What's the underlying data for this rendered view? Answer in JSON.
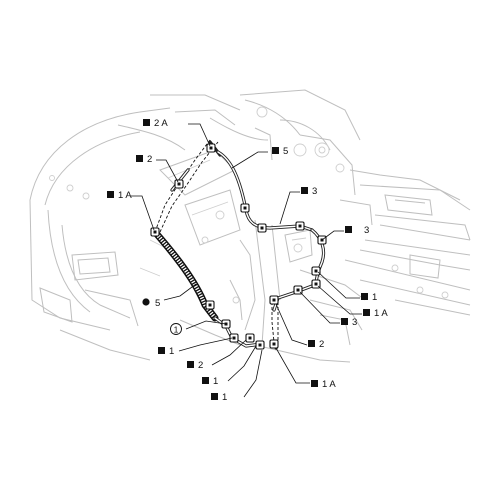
{
  "labels": {
    "c1": "2 A",
    "c2": "2",
    "c3": "1 A",
    "c4": "5",
    "c5": "3",
    "c6": "3",
    "c7": "1",
    "c8": "1 A",
    "c9": "3",
    "c10": "5",
    "c11": "1",
    "c12": "2",
    "c13": "1",
    "c14": "1",
    "c15": "2",
    "c16": "1 A"
  },
  "circled_ref": "1",
  "colors": {
    "line": "#bfbfbf",
    "ink": "#111111"
  }
}
